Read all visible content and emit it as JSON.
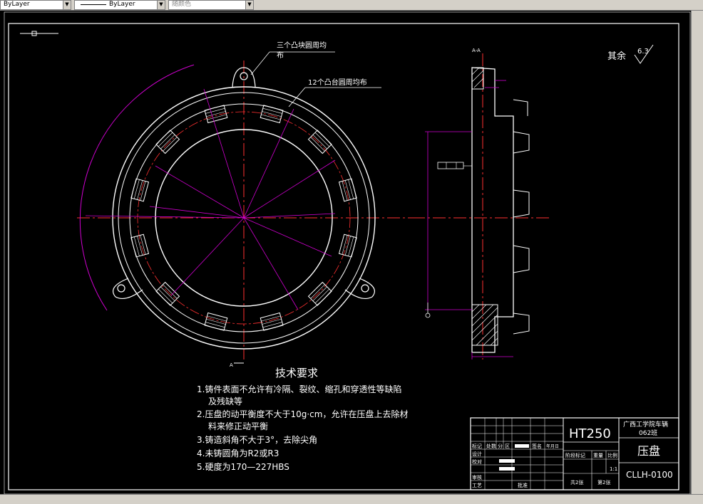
{
  "toolbar": {
    "layer_combo": "ByLayer",
    "linetype_combo": "ByLayer",
    "color_combo": "随颜色"
  },
  "drawing": {
    "annotation_bosses": "三个凸块圆周均",
    "annotation_bosses_cont": "布",
    "annotation_pads": "12个凸台圆周均布",
    "roughness_label": "其余",
    "roughness_value": "6.3",
    "section_label": "A-A",
    "section_mark": "A",
    "tech_title": "技术要求",
    "tech_items": [
      "1.铸件表面不允许有冷隔、裂纹、缩孔和穿透性等缺陷",
      "及残缺等",
      "2.压盘的动平衡度不大于10g·cm，允许在压盘上去除材",
      "料来修正动平衡",
      "3.铸造斜角不大于3°，去除尖角",
      "4.未铸圆角为R2或R3",
      "5.硬度为170—227HBS"
    ]
  },
  "titleblock": {
    "material": "HT250",
    "school": "广西工学院车辆",
    "class": "062班",
    "part_name": "压盘",
    "drawing_no": "CLLH-0100",
    "scale": "1:1",
    "total_sheets": "共2张",
    "sheet_no": "第2张",
    "row_labels": [
      "标记",
      "设计",
      "校对",
      "审核",
      "工艺"
    ],
    "col_labels": [
      "处数",
      "分",
      "区",
      "签名",
      "年月日"
    ],
    "stage_label": "阶段标记",
    "weight_label": "重量",
    "ratio_label": "比例",
    "approve_label": "批准"
  }
}
